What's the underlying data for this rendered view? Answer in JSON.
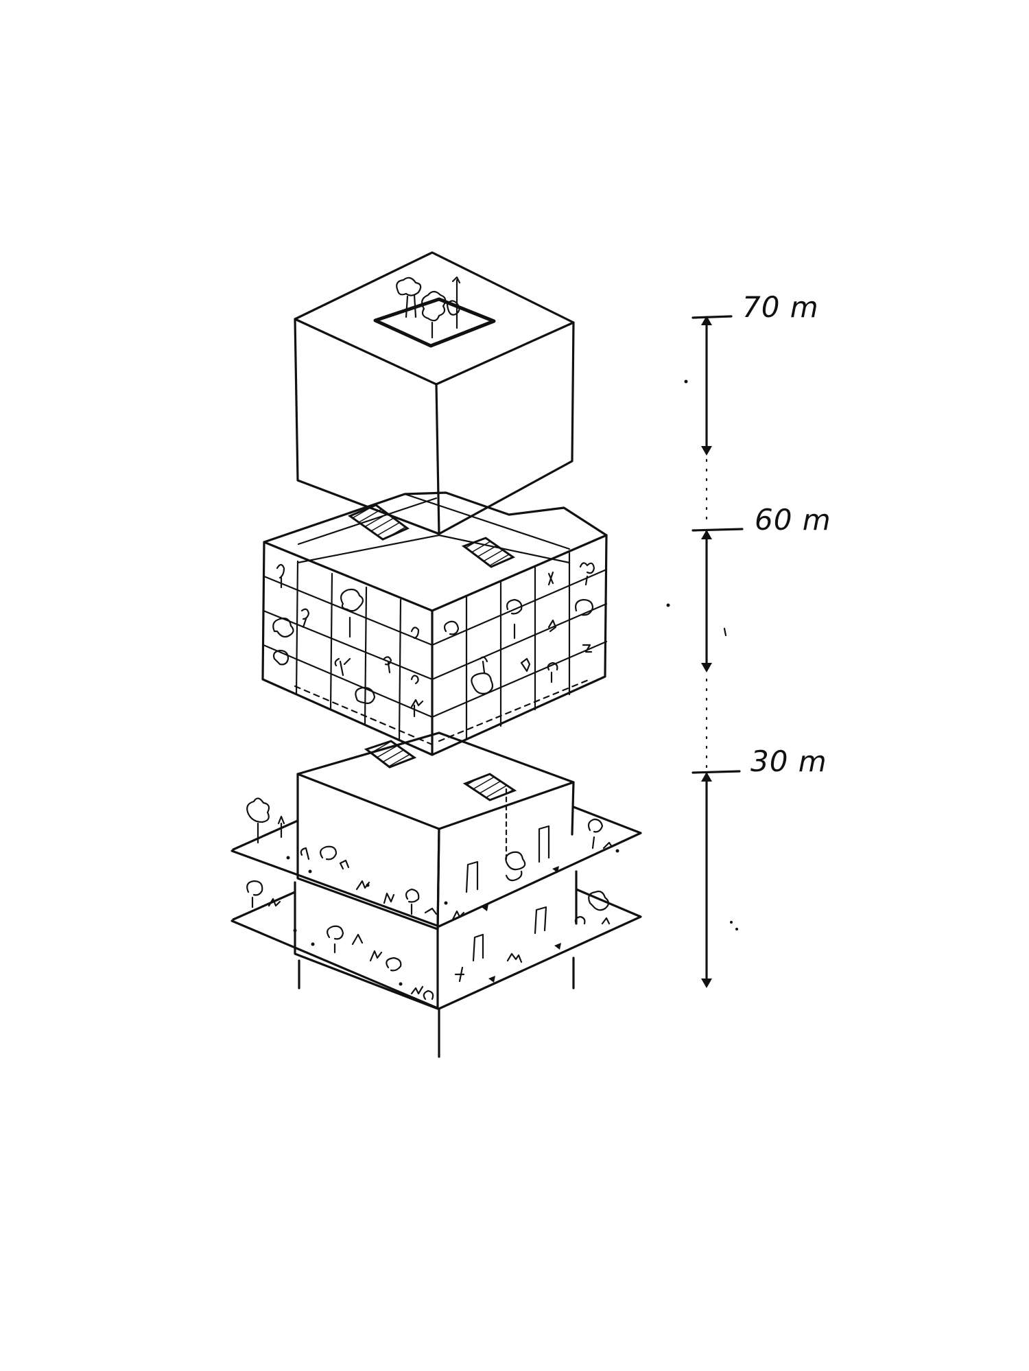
{
  "diagram": {
    "height_labels": [
      {
        "id": "top",
        "text": "70 m"
      },
      {
        "id": "mid",
        "text": "60 m"
      },
      {
        "id": "low",
        "text": "30 m"
      }
    ],
    "ink_color": "#111111",
    "background": "#ffffff"
  }
}
